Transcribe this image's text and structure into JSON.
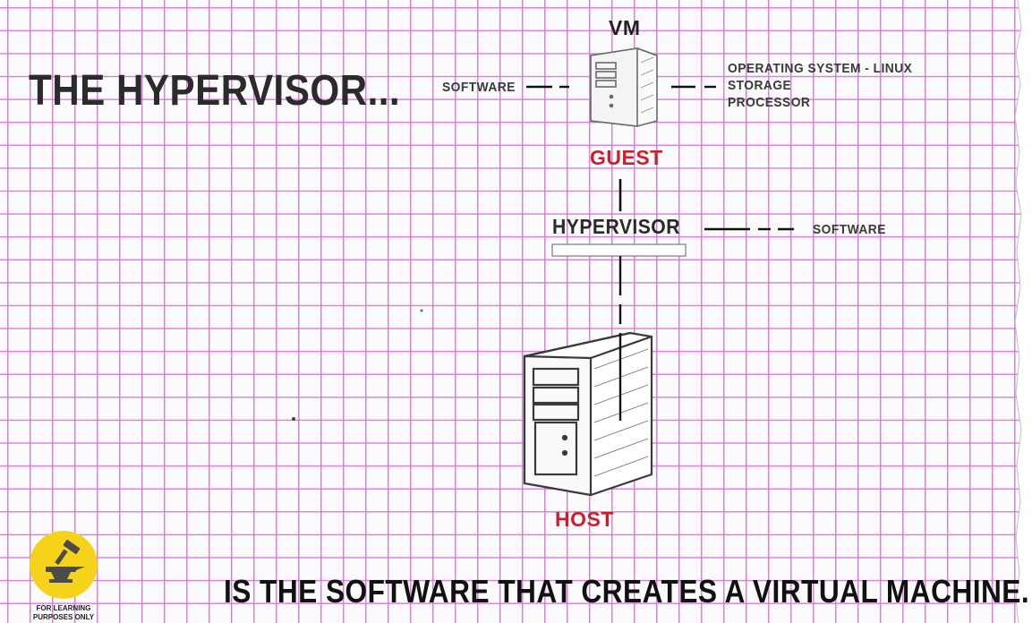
{
  "title": "THE HYPERVISOR...",
  "tagline": "IS THE SOFTWARE THAT CREATES A VIRTUAL MACHINE.",
  "vm": {
    "label": "VM",
    "left_note": "SOFTWARE",
    "right_notes": [
      "OPERATING SYSTEM - LINUX",
      "STORAGE",
      "PROCESSOR"
    ],
    "role": "GUEST"
  },
  "hypervisor": {
    "label": "HYPERVISOR",
    "note": "SOFTWARE"
  },
  "host": {
    "role": "HOST"
  },
  "badge": {
    "line1": "FOR LEARNING",
    "line2": "PURPOSES ONLY",
    "icon": "anvil-hammer-icon"
  },
  "colors": {
    "grid": "#d66ed6",
    "accent_red": "#cc1f2a",
    "badge_yellow": "#f7d21b",
    "ink": "#222222"
  }
}
